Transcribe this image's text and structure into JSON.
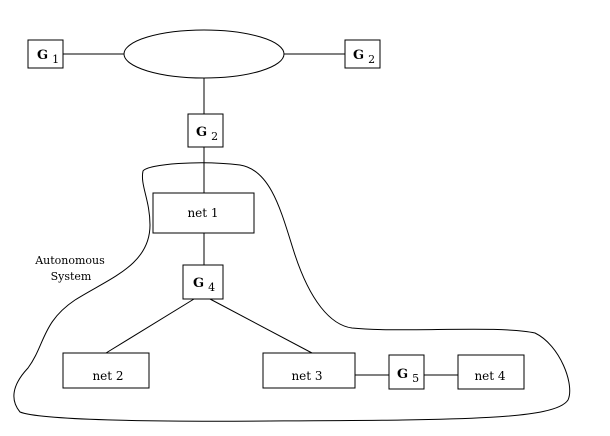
{
  "gateways": {
    "g1": {
      "letter": "G",
      "sub": "1"
    },
    "g2_right": {
      "letter": "G",
      "sub": "2"
    },
    "g2_center": {
      "letter": "G",
      "sub": "2"
    },
    "g4": {
      "letter": "G",
      "sub": "4"
    },
    "g5": {
      "letter": "G",
      "sub": "5"
    }
  },
  "networks": {
    "net1": "net 1",
    "net2": "net 2",
    "net3": "net 3",
    "net4": "net 4"
  },
  "autonomous_system": {
    "line1": "Autonomous",
    "line2": "System"
  }
}
